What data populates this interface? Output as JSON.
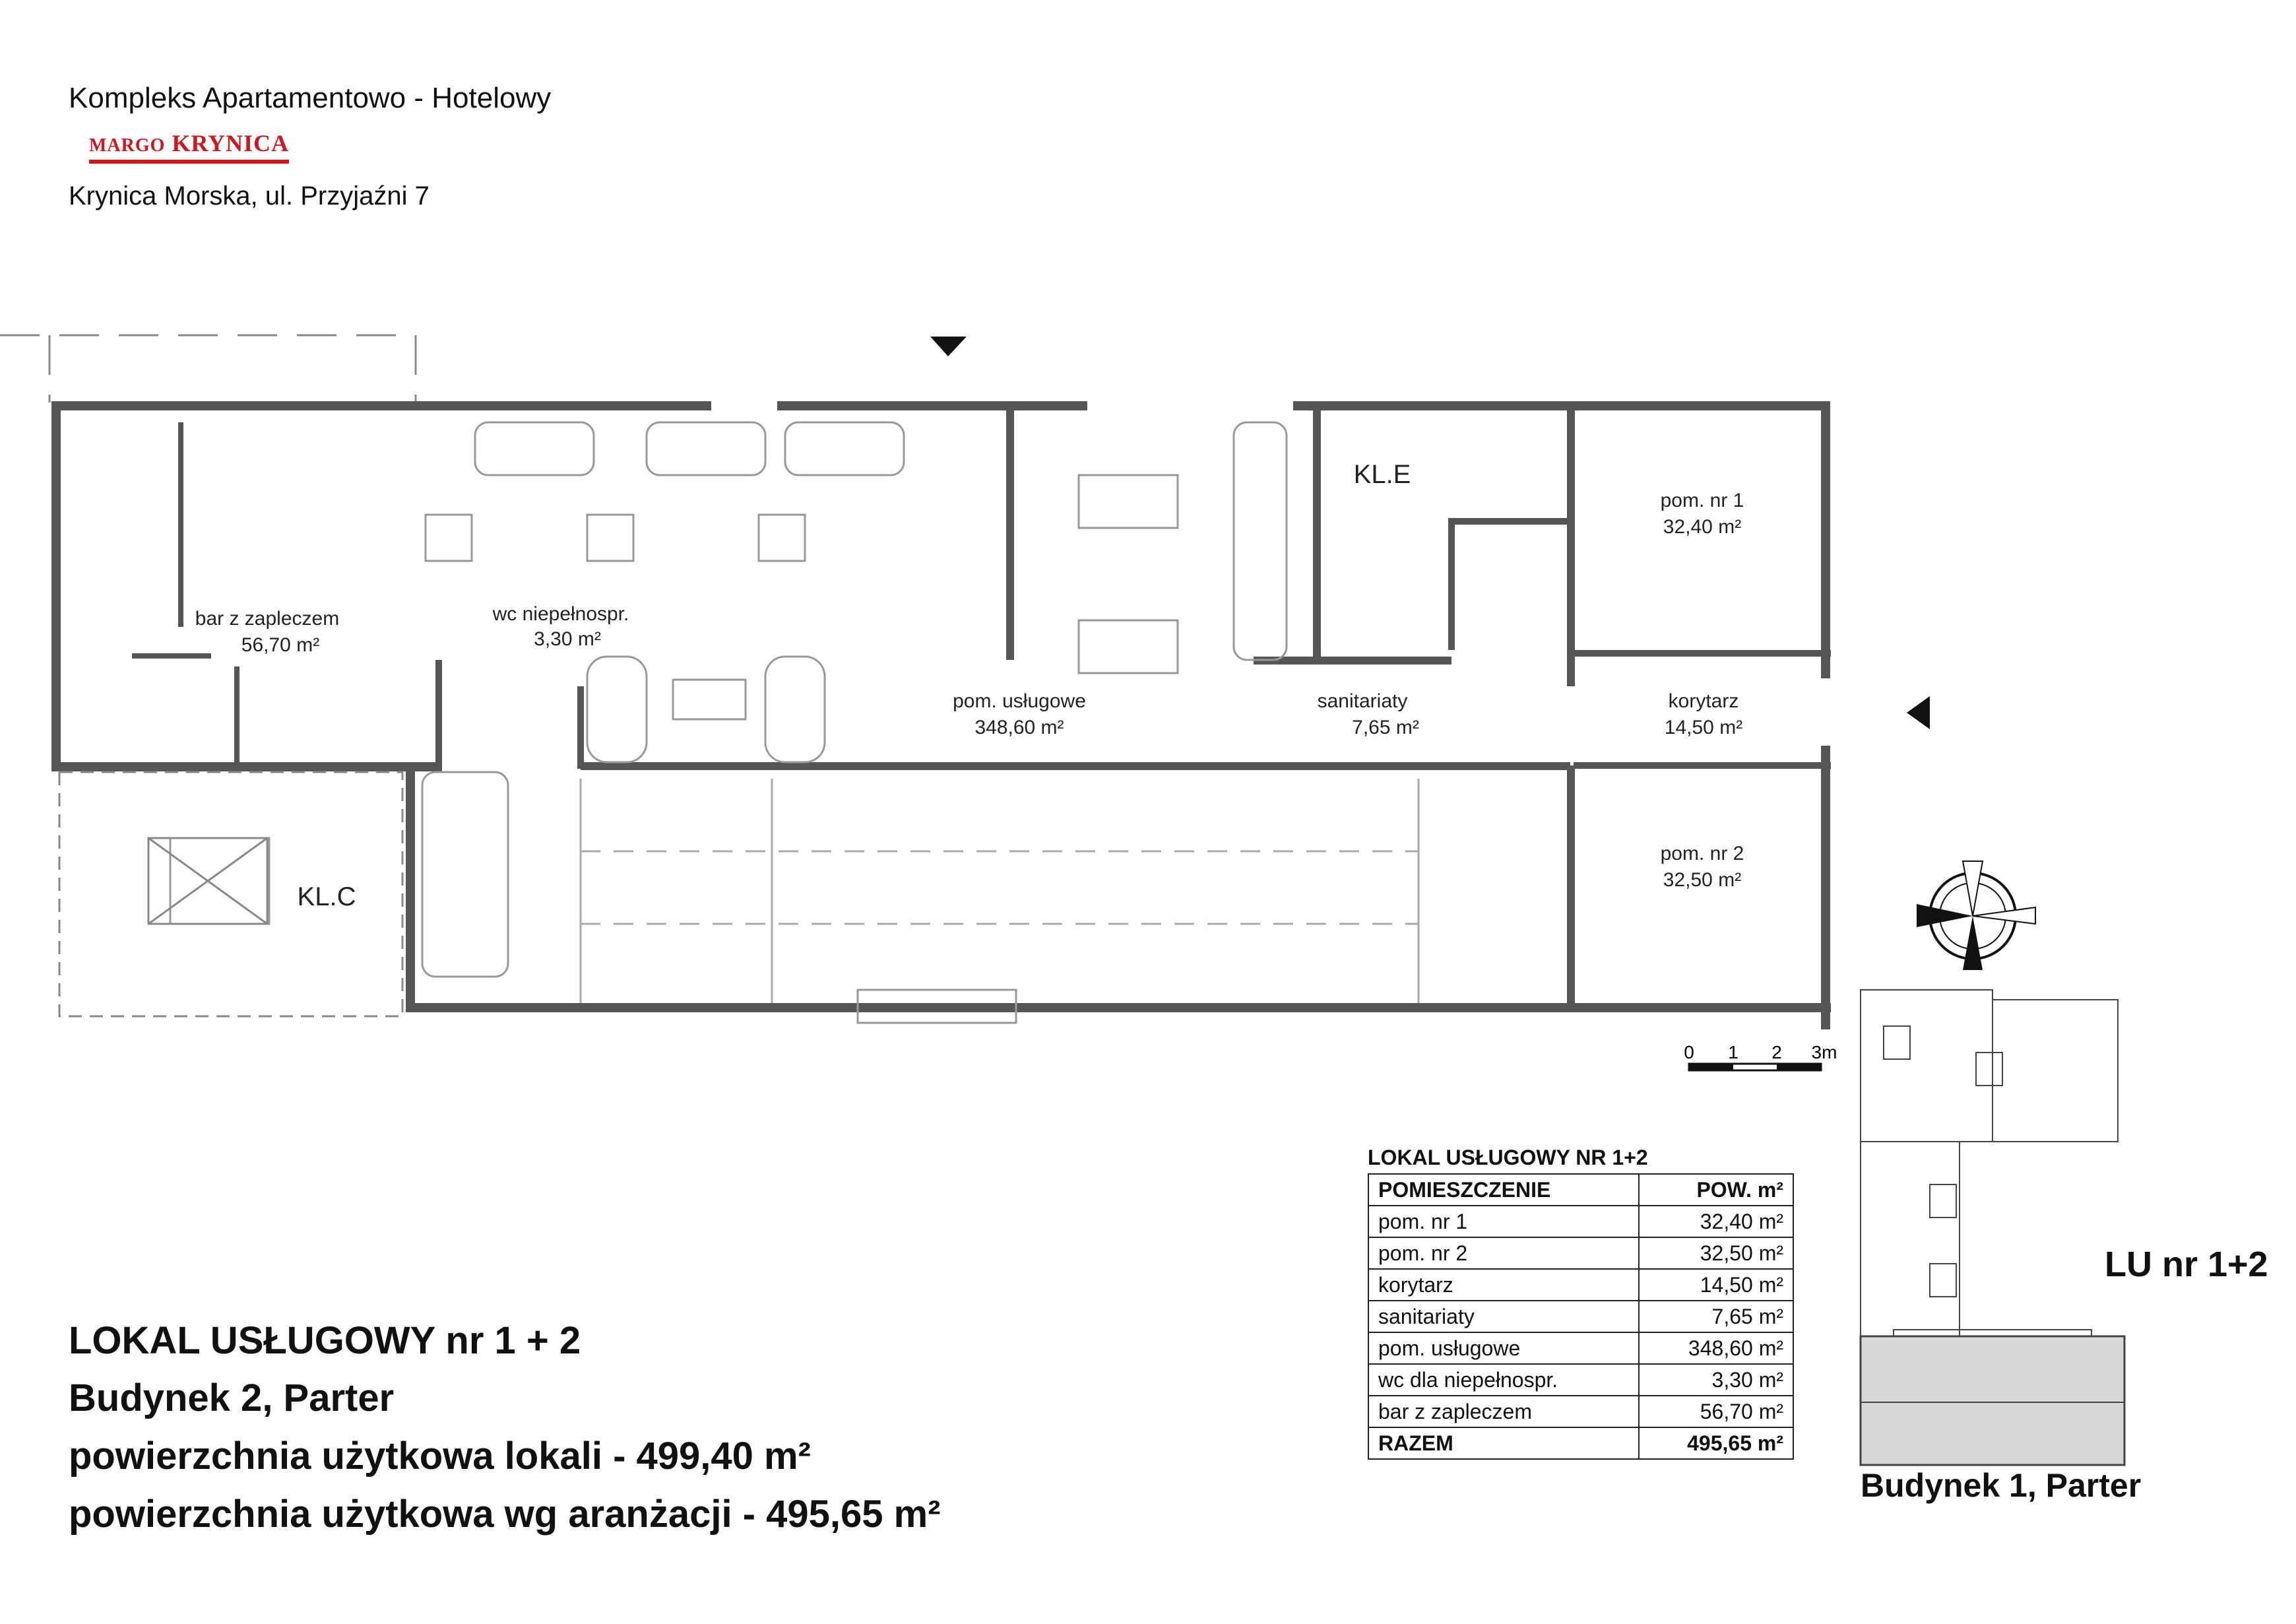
{
  "header": {
    "title": "Kompleks Apartamentowo - Hotelowy",
    "logo_first": "MARGO",
    "logo_second": "KRYNICA",
    "address": "Krynica Morska, ul. Przyjaźni 7"
  },
  "main_title": {
    "line1": "LOKAL USŁUGOWY nr 1 + 2",
    "line2": "Budynek 2, Parter",
    "line3": "powierzchnia użytkowa lokali - 499,40 m²",
    "line4": "powierzchnia użytkowa wg aranżacji - 495,65 m²"
  },
  "rooms": {
    "bar_name": "bar z zapleczem",
    "bar_area": "56,70 m²",
    "wc_name": "wc niepełnospr.",
    "wc_area": "3,30 m²",
    "uslugowe_name": "pom. usługowe",
    "uslugowe_area": "348,60 m²",
    "sanitariaty_name": "sanitariaty",
    "sanitariaty_area": "7,65 m²",
    "korytarz_name": "korytarz",
    "korytarz_area": "14,50 m²",
    "pom1_name": "pom. nr 1",
    "pom1_area": "32,40 m²",
    "pom2_name": "pom. nr 2",
    "pom2_area": "32,50 m²",
    "kle": "KL.E",
    "klc": "KL.C"
  },
  "scale": {
    "t0": "0",
    "t1": "1",
    "t2": "2",
    "t3": "3m"
  },
  "table": {
    "title": "LOKAL USŁUGOWY NR 1+2",
    "col1": "POMIESZCZENIE",
    "col2": "POW. m²",
    "rows": [
      {
        "name": "pom. nr 1",
        "area": "32,40 m²"
      },
      {
        "name": "pom. nr 2",
        "area": "32,50 m²"
      },
      {
        "name": "korytarz",
        "area": "14,50 m²"
      },
      {
        "name": "sanitariaty",
        "area": "7,65 m²"
      },
      {
        "name": "pom. usługowe",
        "area": "348,60 m²"
      },
      {
        "name": "wc dla niepełnospr.",
        "area": "3,30 m²"
      },
      {
        "name": "bar z zapleczem",
        "area": "56,70 m²"
      }
    ],
    "total_name": "RAZEM",
    "total_area": "495,65 m²"
  },
  "key_plan": {
    "unit_label": "LU nr 1+2",
    "building_label": "Budynek 1, Parter"
  },
  "colors": {
    "wall": "#555555",
    "brand": "#d7141a"
  }
}
